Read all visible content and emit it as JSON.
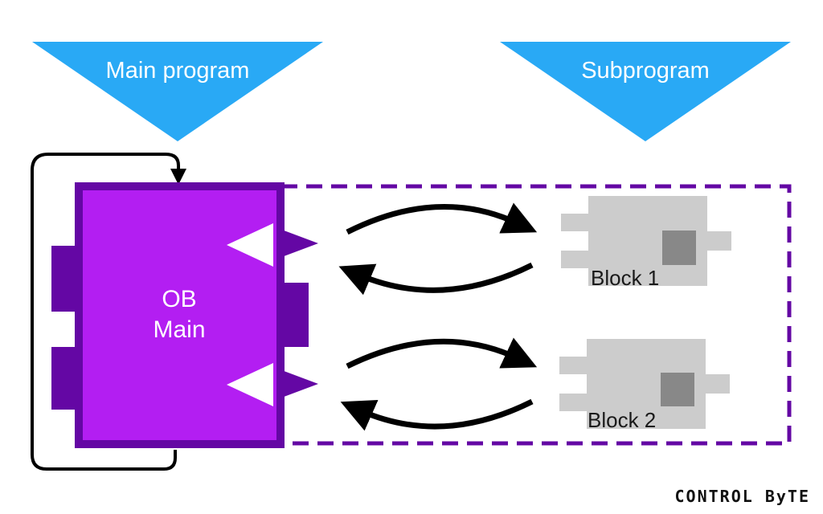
{
  "main_program": {
    "label": "Main program"
  },
  "subprogram": {
    "label": "Subprogram"
  },
  "ob_main": {
    "line1": "OB",
    "line2": "Main"
  },
  "blocks": [
    {
      "label": "Block 1"
    },
    {
      "label": "Block 2"
    }
  ],
  "logo": {
    "text": "CONTROL ByTE"
  },
  "colors": {
    "triangle": "#29a9f5",
    "ob_fill": "#b31ef2",
    "ob_border": "#6407a4",
    "dashed_border": "#6407a4",
    "block_fill": "#cccccc",
    "block_square": "#888888",
    "arrow": "#000000"
  }
}
